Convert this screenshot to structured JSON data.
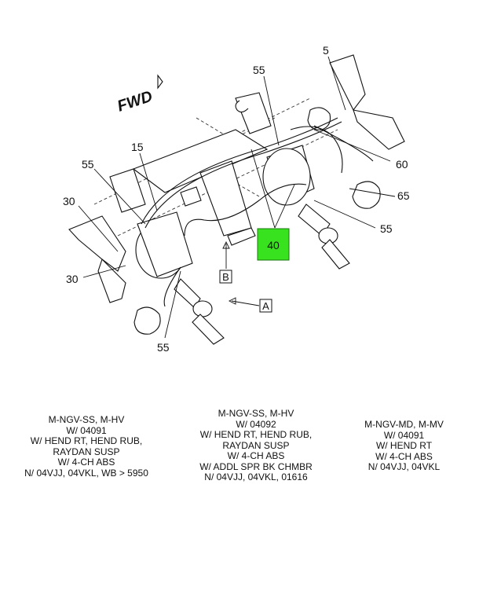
{
  "diagram": {
    "fwd_label": "FWD",
    "callouts": {
      "c5": "5",
      "c55_top": "55",
      "c15": "15",
      "c55_left": "55",
      "c30_upper": "30",
      "c30_lower": "30",
      "c60": "60",
      "c65": "65",
      "c55_right": "55",
      "c40": "40",
      "c55_bottom": "55"
    },
    "ref_labels": {
      "a": "A",
      "b": "B"
    },
    "highlight_color": "#39e21e"
  },
  "notes": [
    {
      "lines": [
        "M-NGV-SS, M-HV",
        "W/ 04091",
        "W/ HEND RT, HEND RUB,",
        "RAYDAN SUSP",
        "W/ 4-CH ABS",
        "N/ 04VJJ, 04VKL, WB > 5950"
      ]
    },
    {
      "lines": [
        "M-NGV-SS, M-HV",
        "W/ 04092",
        "W/ HEND RT, HEND RUB,",
        "RAYDAN SUSP",
        "W/ 4-CH ABS",
        "W/ ADDL SPR BK CHMBR",
        "N/ 04VJJ, 04VKL, 01616"
      ]
    },
    {
      "lines": [
        "M-NGV-MD, M-MV",
        "W/ 04091",
        "W/ HEND RT",
        "W/ 4-CH ABS",
        "N/ 04VJJ, 04VKL"
      ]
    }
  ]
}
